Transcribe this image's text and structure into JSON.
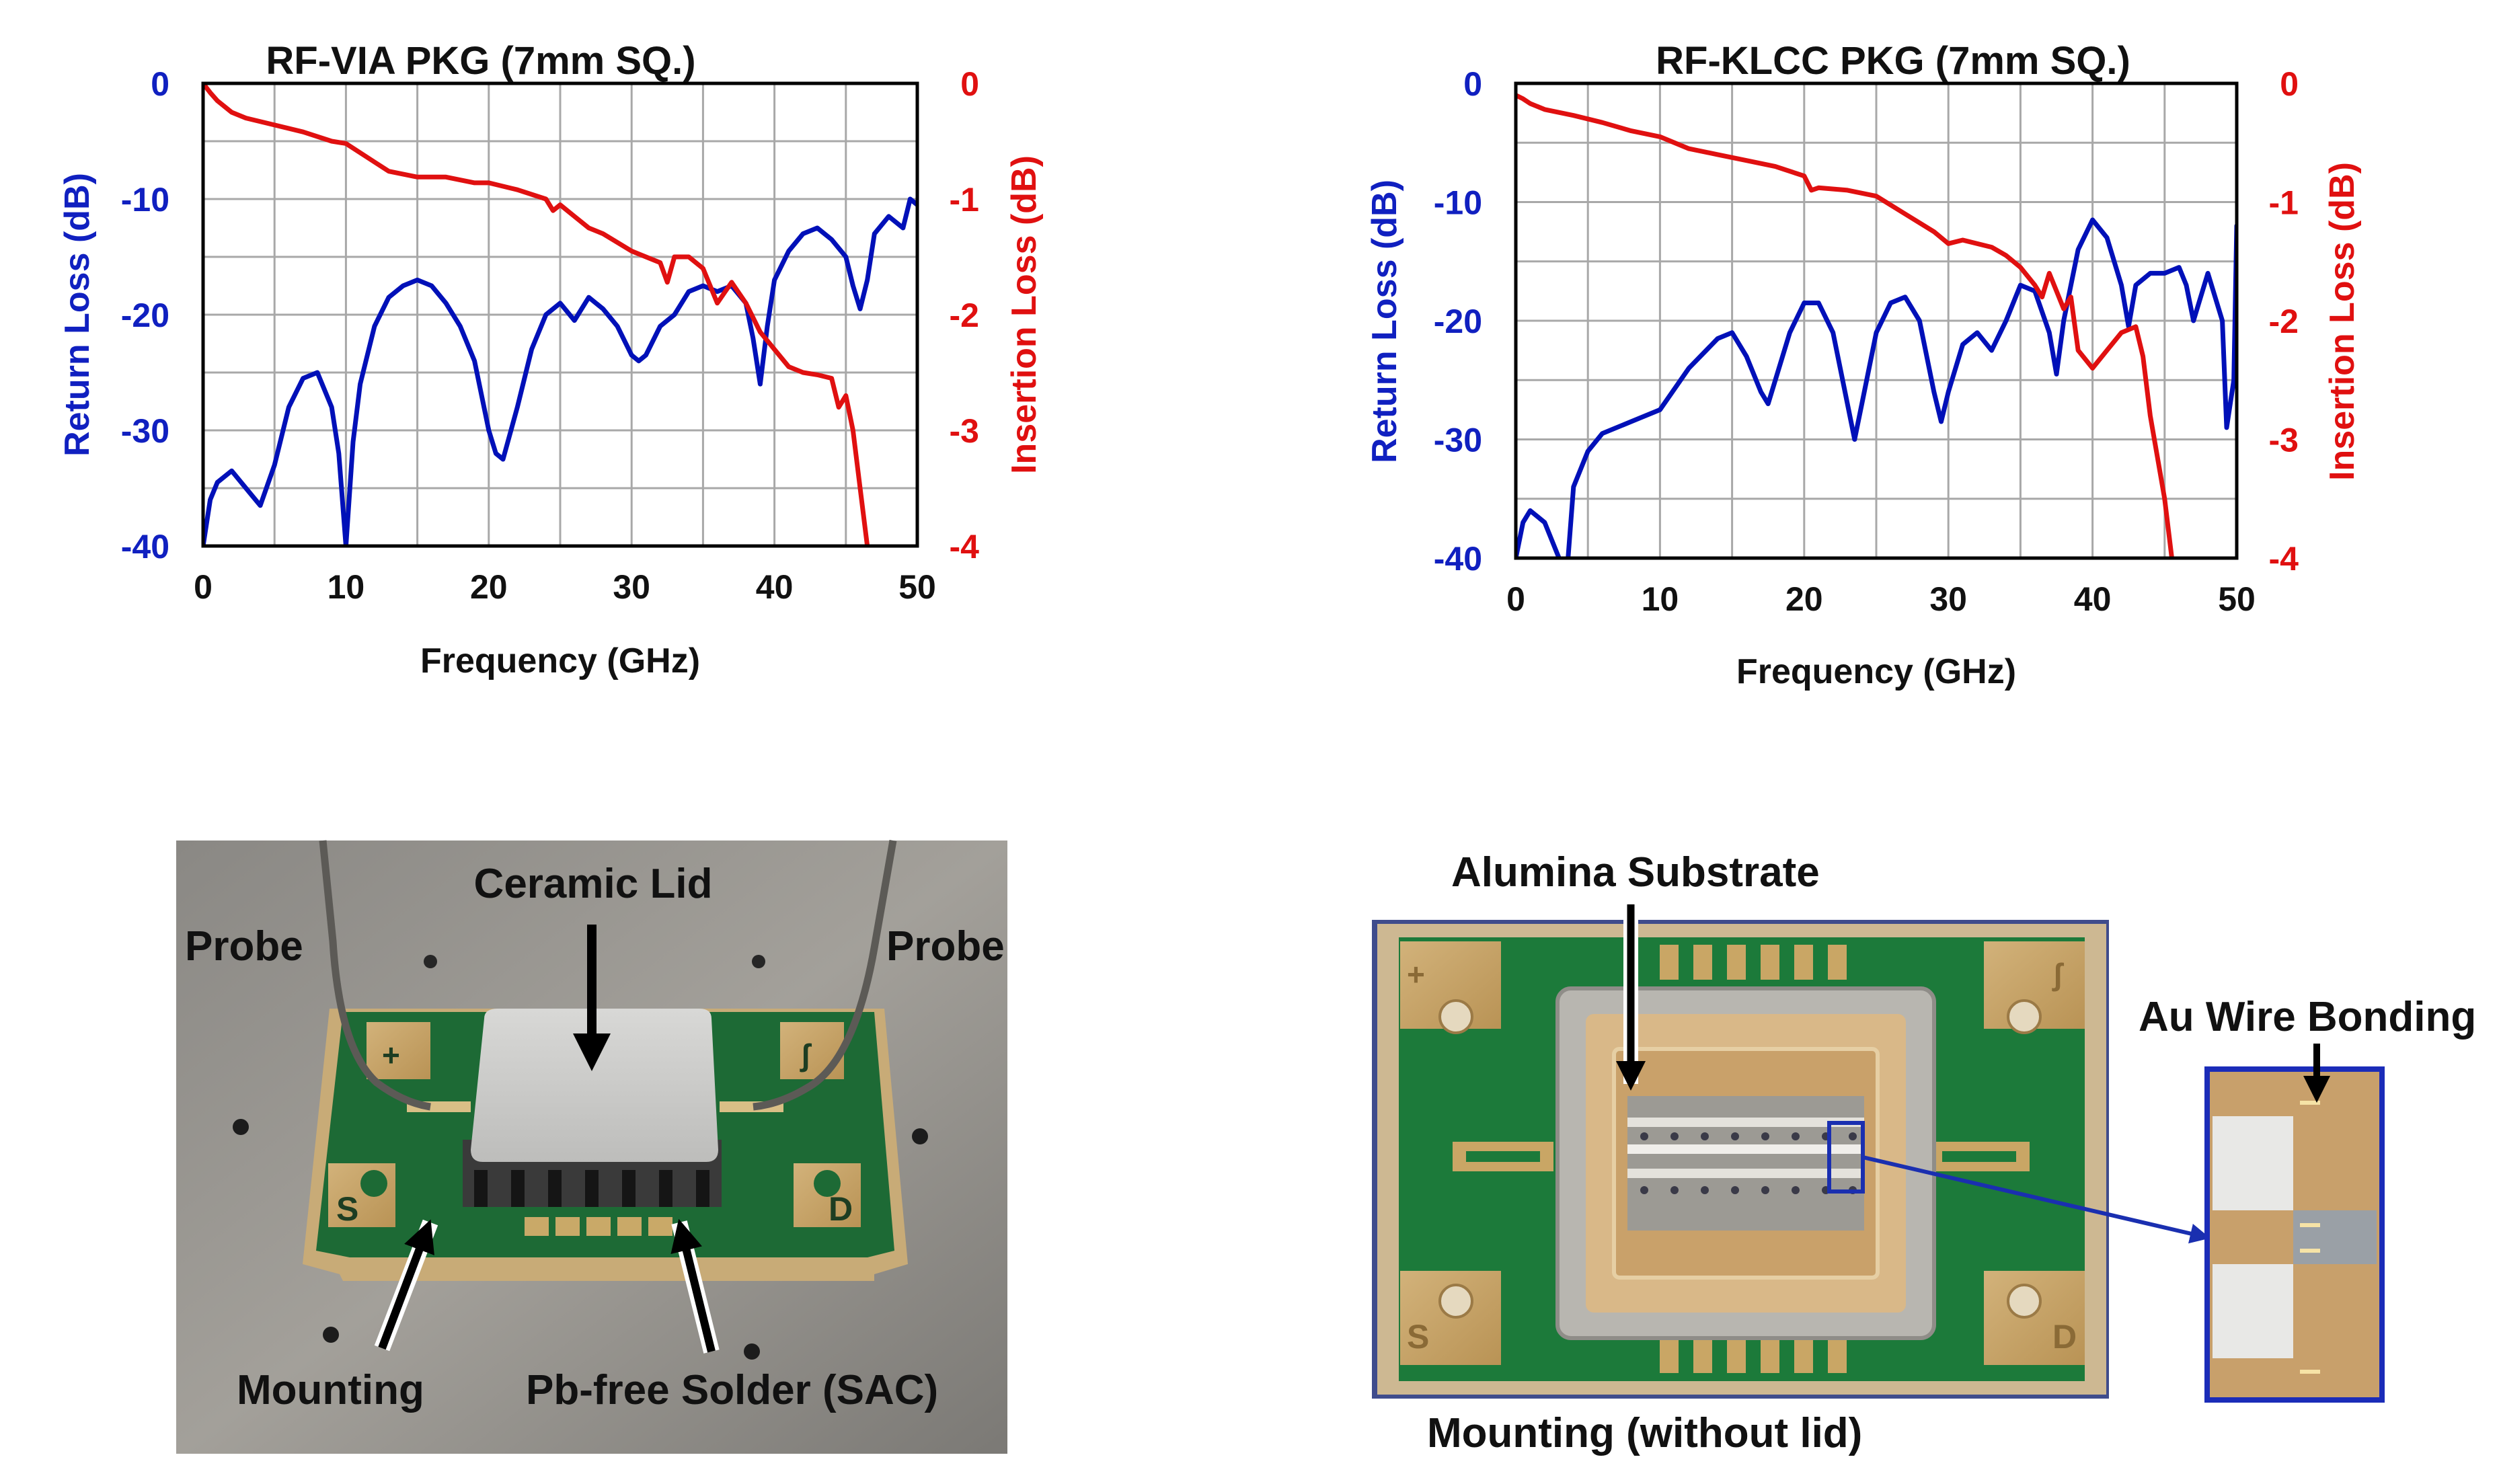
{
  "colors": {
    "return_loss": "#0010b8",
    "insertion_loss": "#e01010",
    "grid": "#a8a8a8",
    "frame": "#000000"
  },
  "chart_data": [
    {
      "type": "line",
      "title": "RF-VIA PKG (7mm SQ.)",
      "xlabel": "Frequency (GHz)",
      "ylabel_left": "Return Loss (dB)",
      "ylabel_right": "Insertion Loss (dB)",
      "xlim": [
        0,
        50
      ],
      "ylim_left": [
        -40,
        0
      ],
      "ylim_right": [
        -4,
        0
      ],
      "x_ticks": [
        "0",
        "10",
        "20",
        "30",
        "40",
        "50"
      ],
      "y_ticks_left": [
        "0",
        "-10",
        "-20",
        "-30",
        "-40"
      ],
      "y_ticks_right": [
        "0",
        "-1",
        "-2",
        "-3",
        "-4"
      ],
      "grid": true,
      "series": [
        {
          "name": "Return Loss (dB)",
          "axis": "left",
          "x": [
            0,
            0.5,
            1,
            2,
            3,
            4,
            5,
            6,
            7,
            8,
            9,
            9.5,
            10,
            10.5,
            11,
            12,
            13,
            14,
            15,
            16,
            17,
            18,
            19,
            20,
            20.5,
            21,
            22,
            23,
            24,
            25,
            26,
            27,
            28,
            29,
            30,
            30.5,
            31,
            32,
            33,
            34,
            35,
            36,
            37,
            38,
            38.5,
            39,
            39.5,
            40,
            41,
            42,
            43,
            44,
            45,
            45.5,
            46,
            46.5,
            47,
            48,
            49,
            49.5,
            50
          ],
          "y": [
            -40,
            -36,
            -34.5,
            -33.5,
            -35,
            -36.5,
            -33,
            -28,
            -25.5,
            -25,
            -28,
            -32,
            -40,
            -31,
            -26,
            -21,
            -18.5,
            -17.5,
            -17,
            -17.5,
            -19,
            -21,
            -24,
            -30,
            -32,
            -32.5,
            -28,
            -23,
            -20,
            -19,
            -20.5,
            -18.5,
            -19.5,
            -21,
            -23.5,
            -24,
            -23.5,
            -21,
            -20,
            -18,
            -17.5,
            -18,
            -17.5,
            -19,
            -22,
            -26,
            -21,
            -17,
            -14.5,
            -13,
            -12.5,
            -13.5,
            -15,
            -17.5,
            -19.5,
            -17,
            -13,
            -11.5,
            -12.5,
            -10,
            -10.5
          ]
        },
        {
          "name": "Insertion Loss (dB)",
          "axis": "right",
          "x": [
            0,
            0.5,
            1,
            2,
            3,
            5,
            7,
            9,
            10,
            12,
            13,
            15,
            17,
            19,
            20,
            22,
            24,
            24.5,
            25,
            26,
            27,
            28,
            30,
            31,
            32,
            32.5,
            33,
            34,
            35,
            36,
            37,
            38,
            39,
            40,
            41,
            42,
            43,
            44,
            44.5,
            45,
            45.5,
            46,
            46.5
          ],
          "y": [
            0,
            -0.08,
            -0.15,
            -0.25,
            -0.3,
            -0.36,
            -0.42,
            -0.5,
            -0.52,
            -0.68,
            -0.76,
            -0.81,
            -0.81,
            -0.86,
            -0.86,
            -0.92,
            -1.0,
            -1.1,
            -1.05,
            -1.15,
            -1.25,
            -1.3,
            -1.45,
            -1.5,
            -1.55,
            -1.72,
            -1.5,
            -1.5,
            -1.6,
            -1.9,
            -1.72,
            -1.9,
            -2.15,
            -2.3,
            -2.45,
            -2.5,
            -2.52,
            -2.55,
            -2.8,
            -2.7,
            -3.0,
            -3.5,
            -4.0
          ]
        }
      ]
    },
    {
      "type": "line",
      "title": "RF-KLCC PKG (7mm SQ.)",
      "xlabel": "Frequency (GHz)",
      "ylabel_left": "Return Loss (dB)",
      "ylabel_right": "Insertion Loss (dB)",
      "xlim": [
        0,
        50
      ],
      "ylim_left": [
        -40,
        0
      ],
      "ylim_right": [
        -4,
        0
      ],
      "x_ticks": [
        "0",
        "10",
        "20",
        "30",
        "40",
        "50"
      ],
      "y_ticks_left": [
        "0",
        "-10",
        "-20",
        "-30",
        "-40"
      ],
      "y_ticks_right": [
        "0",
        "-1",
        "-2",
        "-3",
        "-4"
      ],
      "grid": true,
      "series": [
        {
          "name": "Return Loss (dB)",
          "axis": "left",
          "x": [
            0,
            0.5,
            1,
            2,
            3,
            3.5,
            4,
            5,
            6,
            8,
            10,
            12,
            14,
            15,
            16,
            17,
            17.5,
            18,
            19,
            20,
            21,
            22,
            23,
            23.5,
            24,
            25,
            26,
            27,
            28,
            29,
            29.5,
            30,
            31,
            32,
            33,
            34,
            35,
            36,
            37,
            37.5,
            38,
            39,
            40,
            41,
            42,
            42.5,
            43,
            44,
            45,
            46,
            46.5,
            47,
            48,
            49,
            49.3,
            49.8,
            50
          ],
          "y": [
            -40,
            -37,
            -36,
            -37,
            -40,
            -42,
            -34,
            -31,
            -29.5,
            -28.5,
            -27.5,
            -24,
            -21.5,
            -21,
            -23,
            -26,
            -27,
            -25,
            -21,
            -18.5,
            -18.5,
            -21,
            -27,
            -30,
            -27,
            -21,
            -18.5,
            -18,
            -20,
            -26,
            -28.5,
            -26,
            -22,
            -21,
            -22.5,
            -20,
            -17,
            -17.5,
            -21,
            -24.5,
            -20,
            -14,
            -11.5,
            -13,
            -17,
            -20.5,
            -17,
            -16,
            -16,
            -15.5,
            -17,
            -20,
            -16,
            -20,
            -29,
            -25,
            -12
          ]
        },
        {
          "name": "Insertion Loss (dB)",
          "axis": "right",
          "x": [
            0,
            0.5,
            1,
            2,
            4,
            6,
            8,
            10,
            12,
            14,
            16,
            18,
            20,
            20.5,
            21,
            23,
            25,
            27,
            29,
            30,
            31,
            33,
            34,
            35,
            36,
            36.5,
            37,
            38,
            38.5,
            39,
            40,
            41,
            42,
            43,
            43.5,
            44,
            45,
            45.5
          ],
          "y": [
            -0.1,
            -0.13,
            -0.17,
            -0.22,
            -0.27,
            -0.33,
            -0.4,
            -0.45,
            -0.55,
            -0.6,
            -0.65,
            -0.7,
            -0.78,
            -0.9,
            -0.88,
            -0.9,
            -0.95,
            -1.1,
            -1.25,
            -1.35,
            -1.32,
            -1.38,
            -1.45,
            -1.55,
            -1.7,
            -1.8,
            -1.6,
            -1.9,
            -1.8,
            -2.25,
            -2.4,
            -2.25,
            -2.1,
            -2.05,
            -2.3,
            -2.8,
            -3.5,
            -4.0
          ]
        }
      ]
    }
  ],
  "photo_left": {
    "labels": {
      "ceramic_lid": "Ceramic Lid",
      "probe_left": "Probe",
      "probe_right": "Probe",
      "mounting": "Mounting",
      "solder": "Pb-free Solder (SAC)"
    },
    "pad_marks": [
      "+",
      "ʃ",
      "S",
      "D"
    ]
  },
  "photo_right": {
    "labels": {
      "alumina": "Alumina Substrate",
      "wire_bonding": "Au Wire Bonding",
      "mounting": "Mounting (without lid)"
    },
    "pad_marks": [
      "+",
      "ʃ",
      "S",
      "D"
    ]
  }
}
